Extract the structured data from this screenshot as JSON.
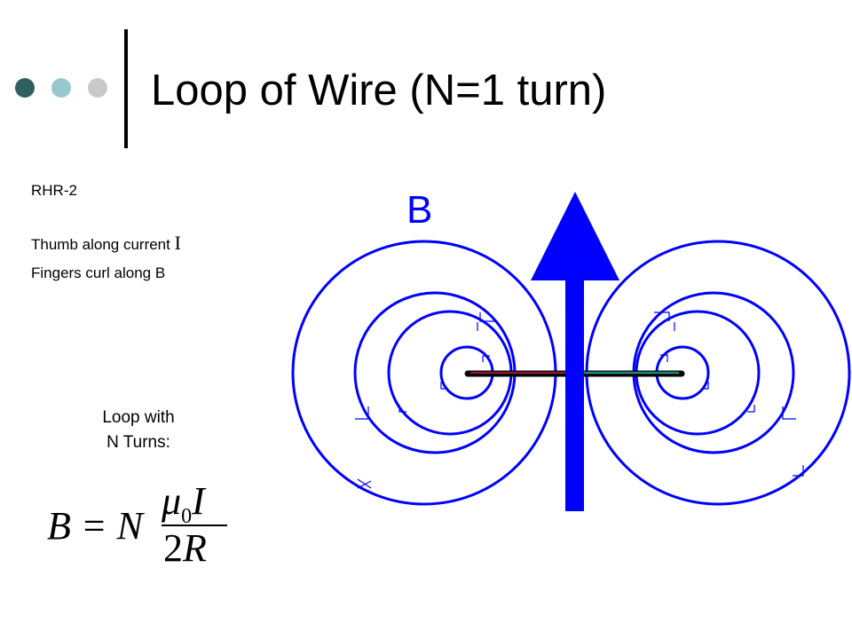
{
  "slide": {
    "title": "Loop of Wire (N=1 turn)",
    "accent_colors": [
      "#2f5f61",
      "#97c9cc",
      "#c9c9c9"
    ]
  },
  "notes": {
    "rhr": "RHR-2",
    "thumb": "Thumb along current ",
    "current_symbol": "I",
    "fingers": "Fingers curl along B"
  },
  "formula": {
    "caption_line1": "Loop with",
    "caption_line2": "N Turns:",
    "lhs": "B = N",
    "numerator_mu": "μ",
    "numerator_sub": "0",
    "numerator_current": "I",
    "denominator_two": "2",
    "denominator_radius": "R"
  },
  "diagram": {
    "field_label": "B",
    "field_color": "#0000ff"
  }
}
